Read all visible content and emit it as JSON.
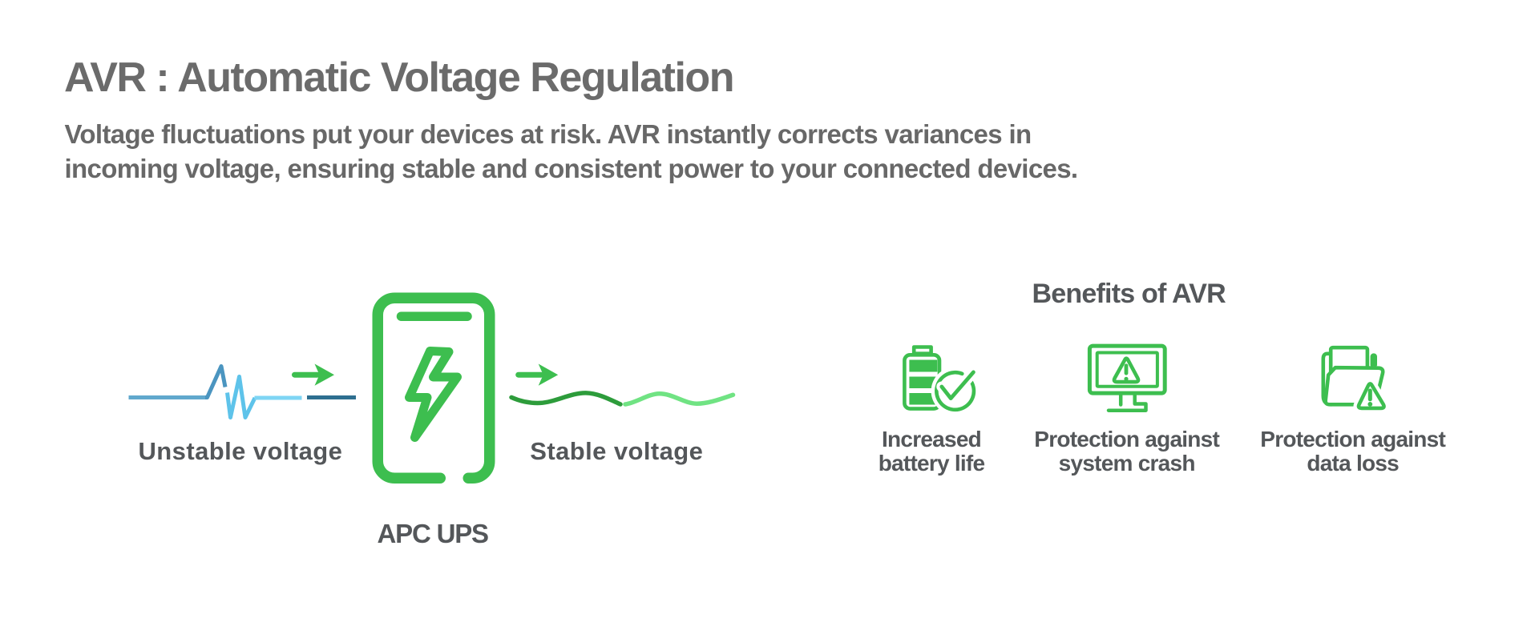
{
  "title": "AVR : Automatic Voltage Regulation",
  "intro": {
    "text": "Voltage fluctuations put your devices at risk. AVR instantly corrects variances in\nincoming voltage, ensuring stable and consistent power to your connected devices."
  },
  "flow": {
    "unstable_label": "Unstable voltage",
    "device_label": "APC UPS",
    "stable_label": "Stable voltage",
    "icons": {
      "unstable_wave": "unstable-voltage-wave-icon",
      "input_arrow": "arrow-right-icon",
      "ups_device": "ups-lightning-icon",
      "output_arrow": "arrow-right-icon",
      "stable_wave": "stable-voltage-wave-icon"
    }
  },
  "benefits": {
    "heading": "Benefits of AVR",
    "items": [
      {
        "icon": "battery-check-icon",
        "line1": "Increased",
        "line2": "battery life"
      },
      {
        "icon": "monitor-warning-icon",
        "line1": "Protection against",
        "line2": "system crash"
      },
      {
        "icon": "folder-warning-icon",
        "line1": "Protection against",
        "line2": "data loss"
      }
    ]
  },
  "colors": {
    "accent_green": "#3dbe4f",
    "wave_green_dark": "#2d9c3b",
    "wave_green_light": "#70e383",
    "wave_blue_medium": "#61a8cd",
    "wave_blue_steel": "#4b95c0",
    "wave_blue_light": "#5ec3ea",
    "wave_blue_pale": "#7ed5f4",
    "wave_blue_dark": "#2e6f90",
    "heading_text": "#6b6b6b",
    "body_text": "#686868",
    "label_text": "#54575a",
    "background": "#ffffff"
  }
}
